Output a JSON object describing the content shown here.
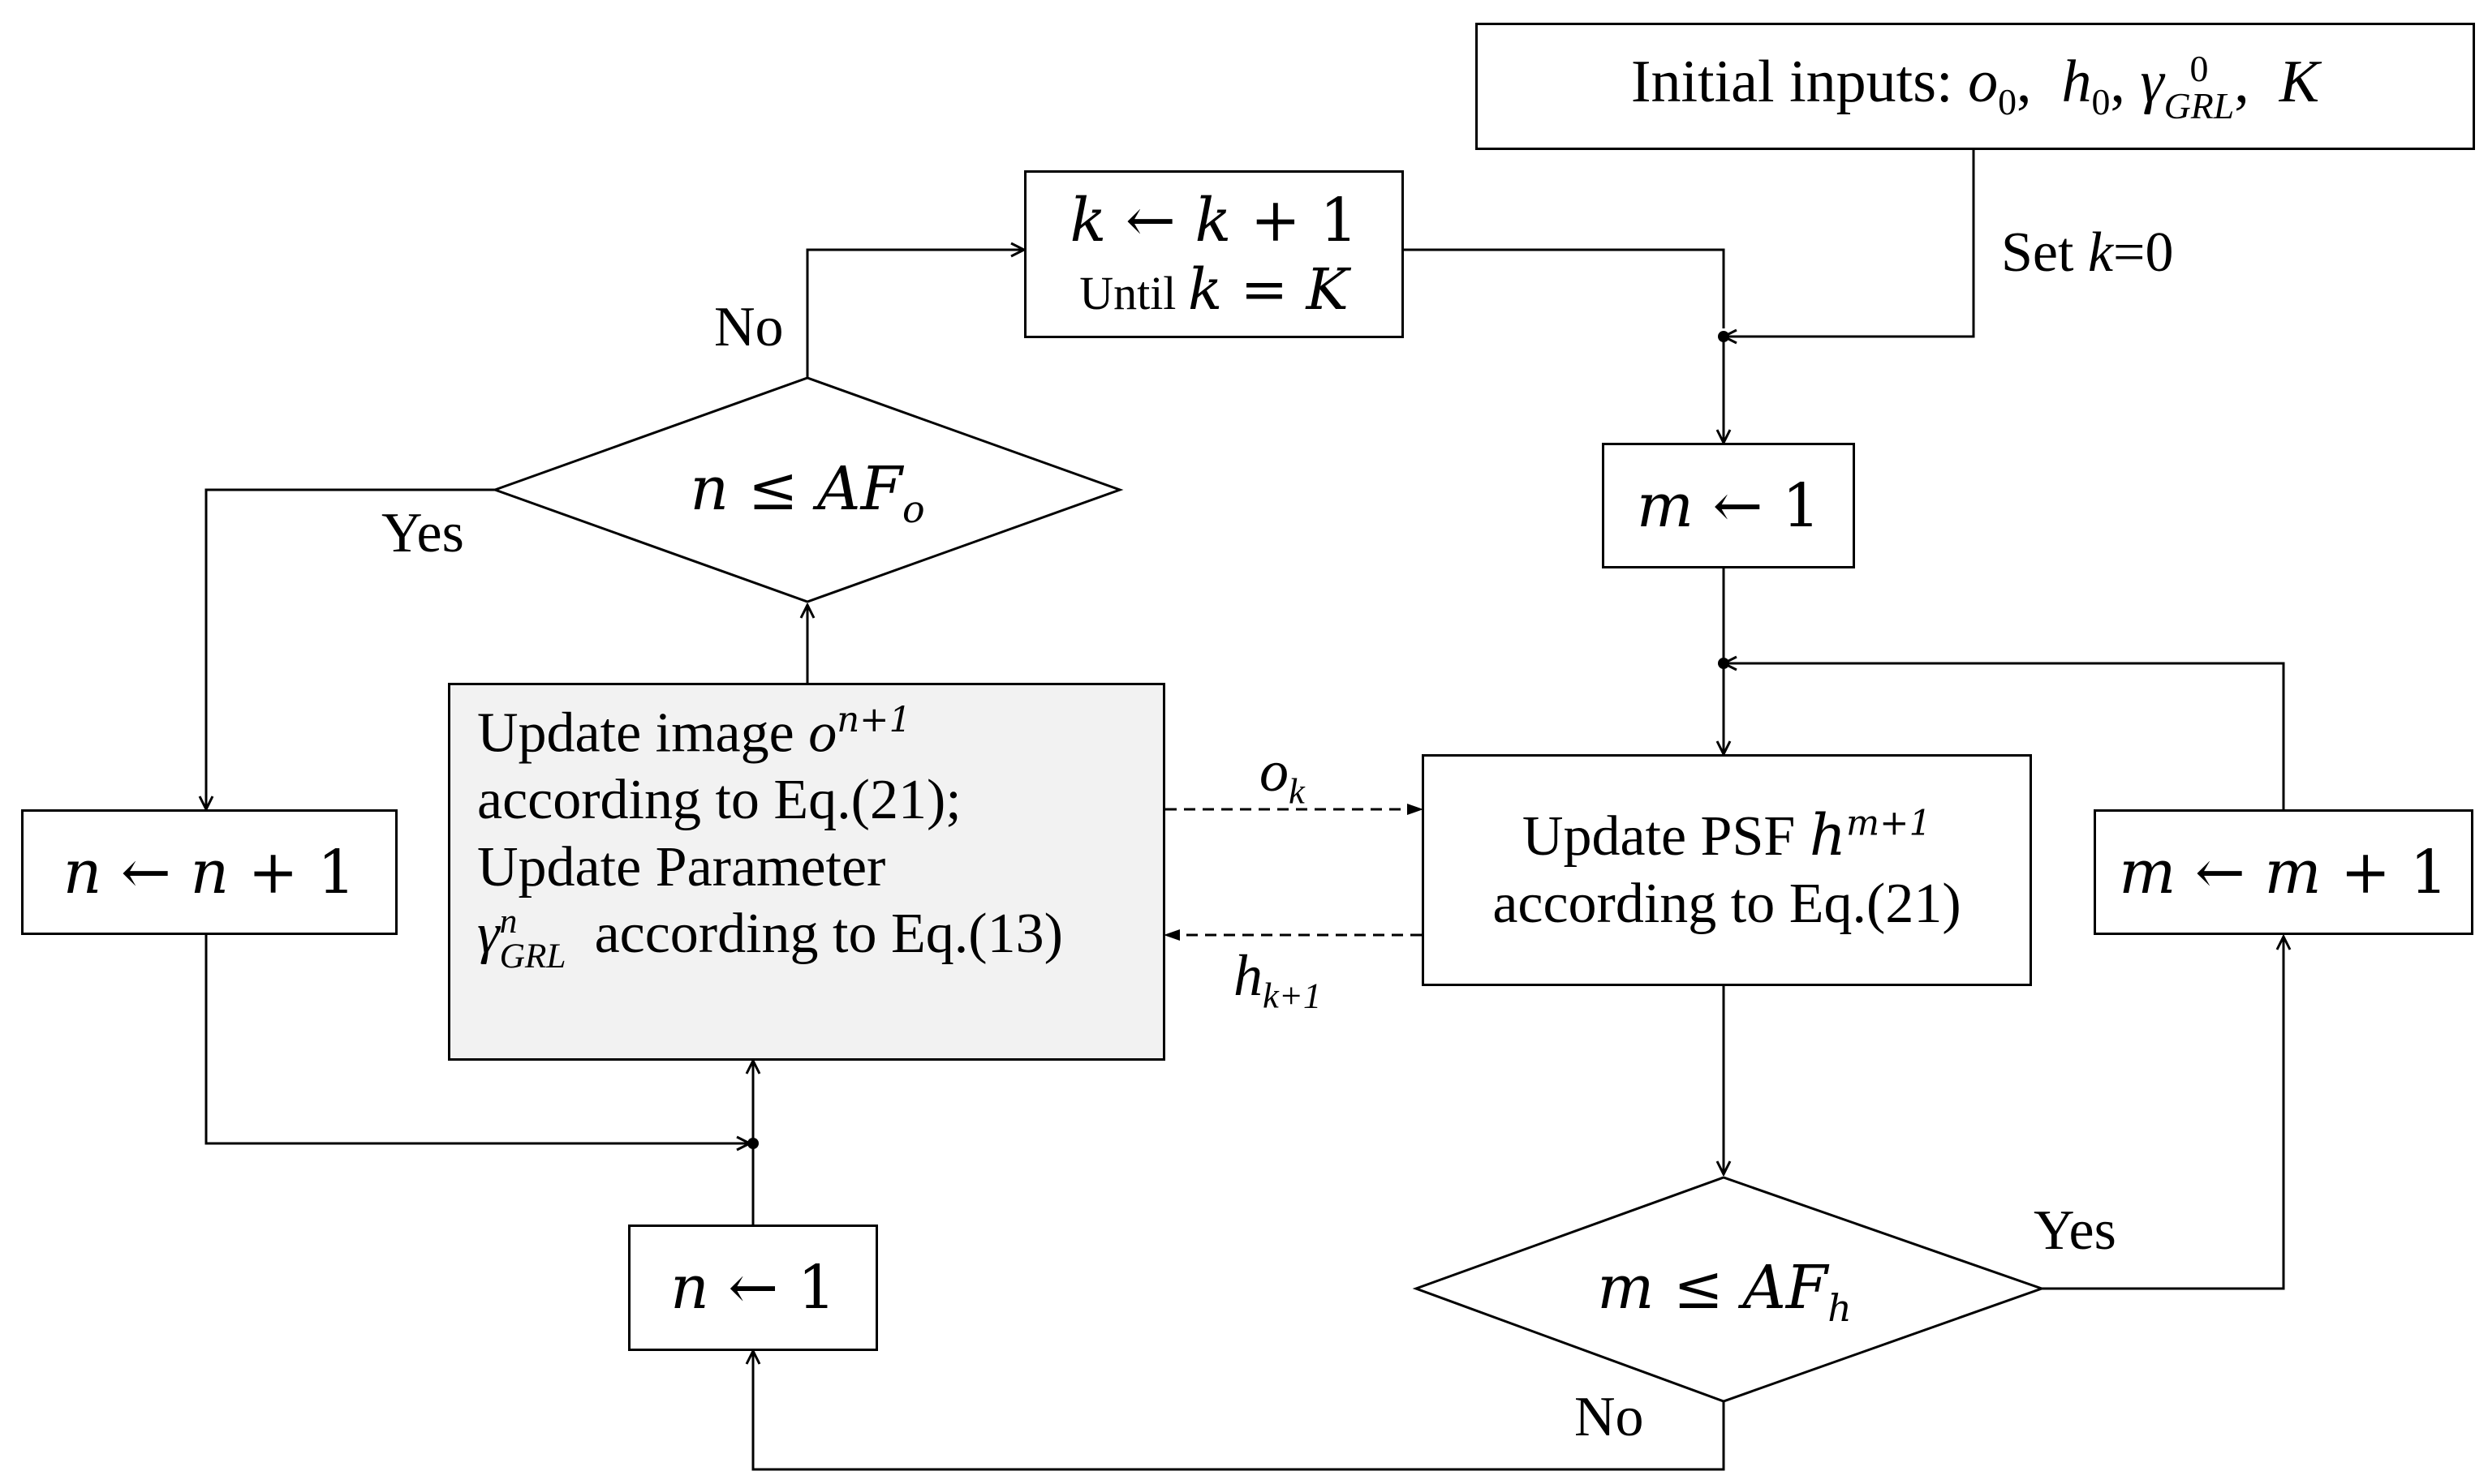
{
  "boxes": {
    "initial": {
      "prefix": "Initial inputs: ",
      "o0": "o",
      "o0_sub": "0",
      "h0": "h",
      "h0_sub": "0",
      "gamma": "γ",
      "gamma_sup": "0",
      "gamma_sub": "GRL",
      "K": "K"
    },
    "k_update": {
      "line1_k": "k",
      "line1_rest": " ← ",
      "line1_k2": "k",
      "line1_plus": " + 1",
      "line2_prefix": "Until ",
      "line2_k": "k",
      "line2_eq": " = ",
      "line2_K": "K"
    },
    "m_init": {
      "m": "m",
      "rest": " ← 1"
    },
    "n_update": {
      "n": "n",
      "arrow": " ← ",
      "n2": "n",
      "plus": " + 1"
    },
    "m_update": {
      "m": "m",
      "arrow": " ← ",
      "m2": "m",
      "plus": " + 1"
    },
    "n_init": {
      "n": "n",
      "rest": " ← 1"
    },
    "image_update": {
      "line1_text": "Update image ",
      "line1_o": "o",
      "line1_sup": "n+1",
      "line2": "according to Eq.(21);",
      "line3": "Update Parameter",
      "line4_gamma": "γ",
      "line4_sup": "n",
      "line4_sub": "GRL",
      "line4_rest": "  according to Eq.(13)"
    },
    "psf_update": {
      "line1_text": "Update PSF ",
      "line1_h": "h",
      "line1_sup": "m+1",
      "line2": "according to Eq.(21)"
    }
  },
  "diamonds": {
    "n_check": {
      "n": "n",
      "le": " ≤ ",
      "AF": "AF",
      "sub": "o"
    },
    "m_check": {
      "m": "m",
      "le": " ≤ ",
      "AF": "AF",
      "sub": "h"
    }
  },
  "labels": {
    "set_k": {
      "prefix": "Set ",
      "k": "k",
      "suffix": "=0"
    },
    "no_top": "No",
    "yes_left": "Yes",
    "yes_right": "Yes",
    "no_bottom": "No",
    "ok_o": "o",
    "ok_sub": "k",
    "hk_h": "h",
    "hk_sub": "k+1"
  },
  "colors": {
    "line": "#000000",
    "shaded_fill": "#f2f2f2",
    "background": "#ffffff"
  }
}
